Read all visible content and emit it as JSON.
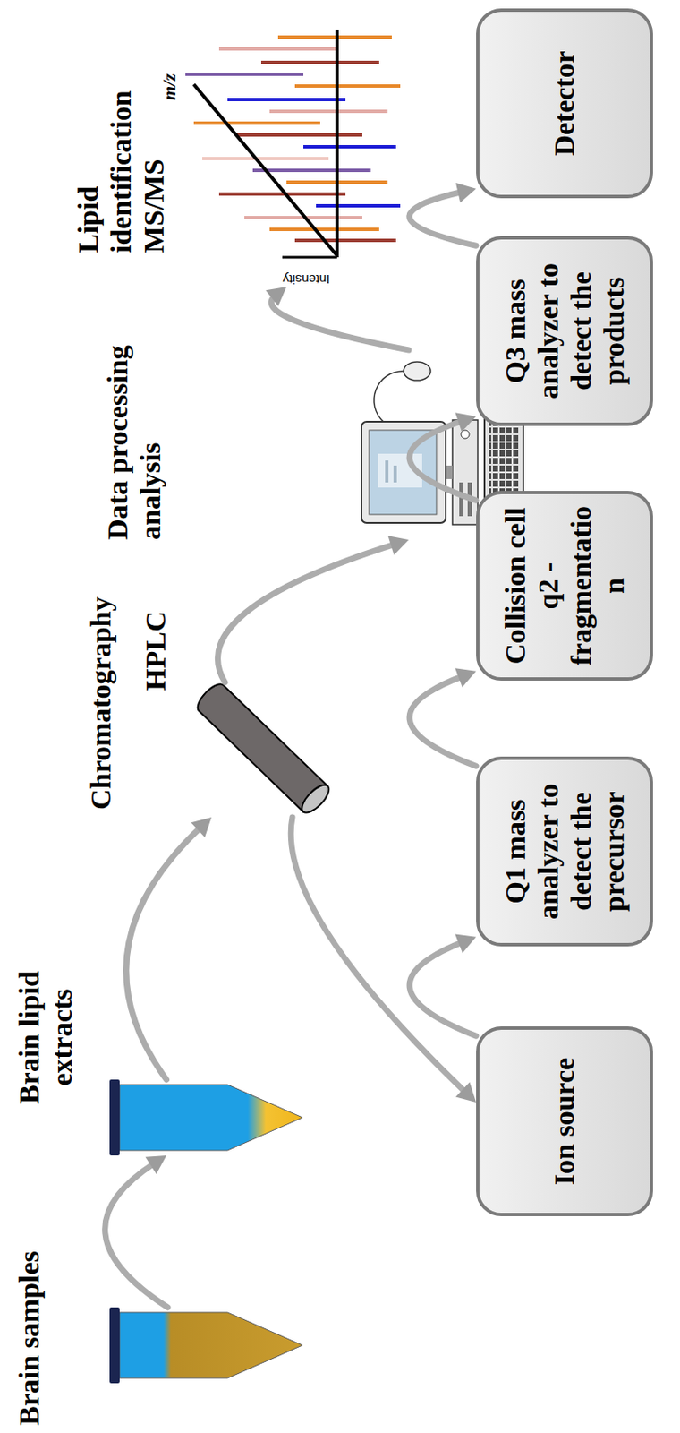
{
  "diagram": {
    "nodes": [
      {
        "text": [
          "Brain samples"
        ]
      },
      {
        "text": [
          "Brain lipid extracts"
        ]
      },
      {
        "text": [
          "Chromatography",
          "HPLC"
        ]
      },
      {
        "text": [
          "Data processing analysis"
        ]
      },
      {
        "text": [
          "Lipid identification MS/MS"
        ]
      },
      {
        "text": [
          "Ion source"
        ]
      },
      {
        "text": [
          "Q1 mass analyzer to detect the precursor"
        ]
      },
      {
        "text": [
          "Collision cell q2 - fragmentatio n"
        ]
      },
      {
        "text": [
          "Q3 mass analyzer to detect the products"
        ]
      },
      {
        "text": [
          "Detector"
        ]
      }
    ],
    "edges": [
      {
        "from": 0,
        "to": 1,
        "arrow": "to"
      },
      {
        "from": 1,
        "to": 2,
        "arrow": "to"
      },
      {
        "from": 2,
        "to": 3,
        "arrow": "to"
      },
      {
        "from": 3,
        "to": 4,
        "arrow": "to"
      },
      {
        "from": 2,
        "to": 5,
        "arrow": "to"
      },
      {
        "from": 5,
        "to": 6,
        "arrow": "to"
      },
      {
        "from": 6,
        "to": 7,
        "arrow": "to"
      },
      {
        "from": 7,
        "to": 8,
        "arrow": "to"
      },
      {
        "from": 8,
        "to": 9,
        "arrow": "to"
      }
    ],
    "labels": [
      "Intensity",
      "m/z"
    ]
  }
}
